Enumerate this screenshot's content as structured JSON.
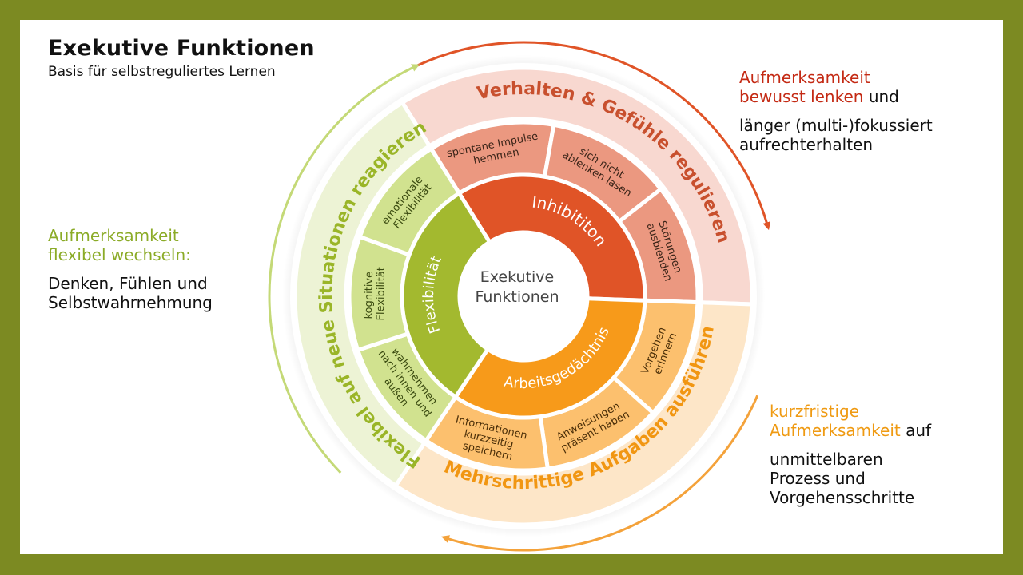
{
  "title": "Exekutive Funktionen",
  "subtitle": "Basis für selbstreguliertes Lernen",
  "center": {
    "line1": "Exekutive",
    "line2": "Funktionen"
  },
  "inner": {
    "inhibition": "Inhibititon",
    "flexibility": "Flexibilität",
    "memory": "Arbeitsgedächtnis"
  },
  "middle": {
    "impulse": {
      "line1": "spontane Impulse",
      "line2": "hemmen"
    },
    "distract": {
      "line1": "sich nicht",
      "line2": "ablenken lasen"
    },
    "disturb": {
      "line1": "Störungen",
      "line2": "ausblenden"
    },
    "emotional": {
      "line1": "emotionale",
      "line2": "Flexibilität"
    },
    "cognitive": {
      "line1": "kognitive",
      "line2": "Flexibilität"
    },
    "perceive": {
      "line1": "wahrnehmen",
      "line2": "nach innen und",
      "line3": "außen"
    },
    "store": {
      "line1": "Informationen",
      "line2": "kurzzeitig",
      "line3": "speichern"
    },
    "instructions": {
      "line1": "Anweisungen",
      "line2": "präsent haben"
    },
    "procedure": {
      "line1": "Vorgehen",
      "line2": "erinnern"
    }
  },
  "outer": {
    "regulate": "Verhalten & Gefühle regulieren",
    "flexible": "Flexibel auf neue Situationen reagieren",
    "tasks": "Mehrschrittige Aufgaben ausführen"
  },
  "notes": {
    "attention_direct": {
      "line1": "Aufmerksamkeit",
      "line2": "bewusst lenken",
      "line2_suffix": " und",
      "body1": "länger (multi-)fokussiert",
      "body2": "aufrechterhalten"
    },
    "attention_switch": {
      "line1": "Aufmerksamkeit",
      "line2": "flexibel wechseln:",
      "body1": "Denken, Fühlen und",
      "body2": "Selbstwahrnehmung"
    },
    "attention_short": {
      "line1": "kurzfristige",
      "line2": "Aufmerksamkeit",
      "line2_suffix": " auf",
      "body1": "unmittelbaren",
      "body2": "Prozess und",
      "body3": "Vorgehensschritte"
    }
  },
  "colors": {
    "frame": "#7c8a22",
    "red_dark": "#e05427",
    "red_mid": "#eb9880",
    "red_light": "#f8d8d0",
    "green_dark": "#a3b92f",
    "green_mid": "#d1e28f",
    "green_light": "#edf3d5",
    "orange_dark": "#f79a1a",
    "orange_mid": "#fcc06e",
    "orange_light": "#fde6c8",
    "red_text": "#c42a14",
    "green_text": "#8bab27",
    "orange_text": "#ef9a12"
  }
}
